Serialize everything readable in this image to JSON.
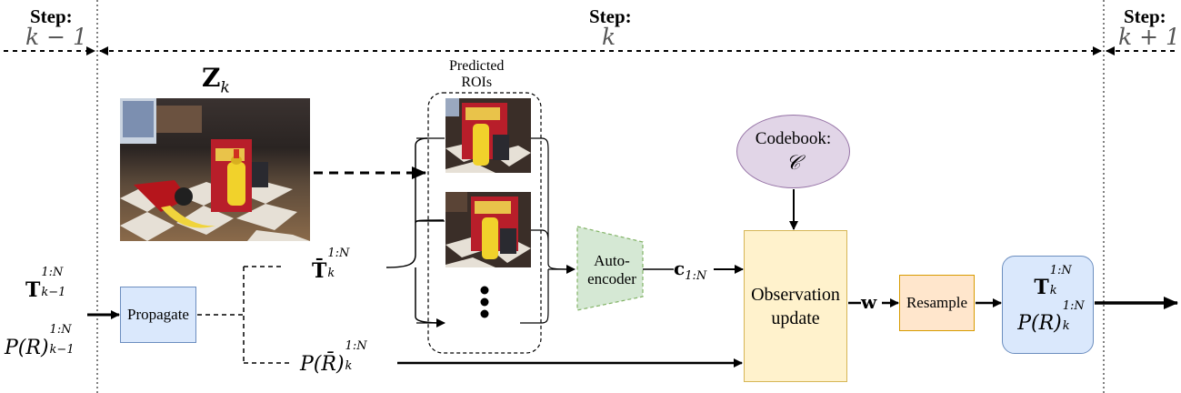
{
  "steps": [
    {
      "word": "Step:",
      "index": "k − 1"
    },
    {
      "word": "Step:",
      "index": "k"
    },
    {
      "word": "Step:",
      "index": "k + 1"
    }
  ],
  "labels": {
    "z_main": "Z",
    "z_sub": "k",
    "predicted_rois": "Predicted\nROIs",
    "t_input": "T",
    "t_input_sup": "1:N",
    "t_input_sub": "k−1",
    "p_input": "P(R)",
    "p_input_sup": "1:N",
    "p_input_sub": "k−1",
    "t_bar": "T̄",
    "t_bar_sup": "1:N",
    "t_bar_sub": "k",
    "p_bar": "P(R̄)",
    "p_bar_sup": "1:N",
    "p_bar_sub": "k",
    "c_label": "c",
    "c_sub": "1:N",
    "w_label": "w",
    "ellipsis": "⋮"
  },
  "blocks": {
    "propagate": "Propagate",
    "autoencoder": "Auto-\nencoder",
    "observation": "Observation\nupdate",
    "resample": "Resample",
    "codebook_title": "Codebook:",
    "codebook_symbol": "𝒞",
    "out_t": "T",
    "out_t_sup": "1:N",
    "out_t_sub": "k",
    "out_p": "P(R)",
    "out_p_sup": "1:N",
    "out_p_sub": "k"
  },
  "colors": {
    "propagate_fill": "#dae8fc",
    "observation_fill": "#fff2cc",
    "resample_fill": "#ffe6cc",
    "autoencoder_fill": "#d5e8d4",
    "codebook_fill": "#e1d5e7"
  },
  "images": [
    "scene-photo",
    "roi-crop-1",
    "roi-crop-2"
  ]
}
